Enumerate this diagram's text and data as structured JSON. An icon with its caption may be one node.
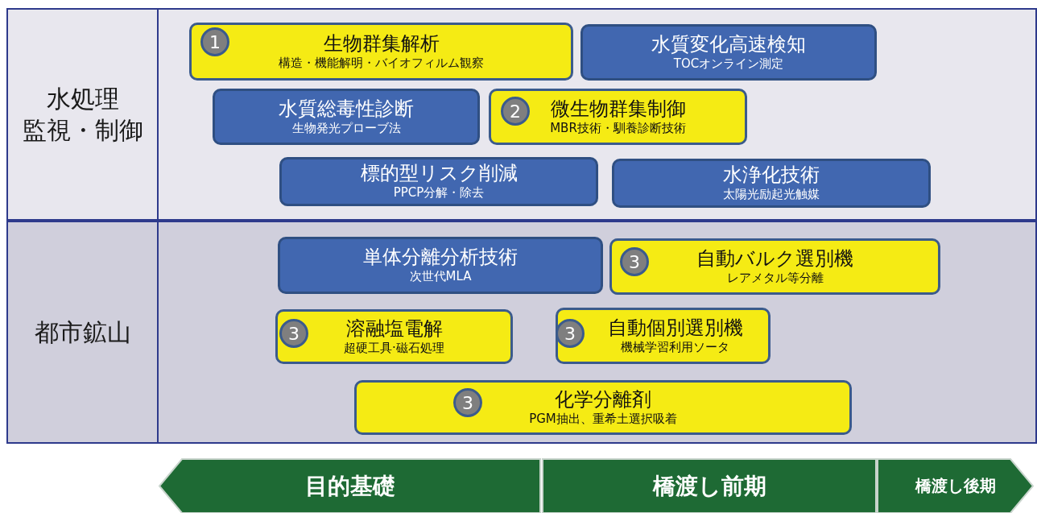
{
  "diagram": {
    "nodes": [
      {
        "text": [
          "水処理",
          "監視・制御"
        ]
      },
      {
        "text": [
          "生物群集解析",
          "構造・機能解明・バイオフィルム観察"
        ],
        "in": 0
      },
      {
        "text": [
          "1"
        ],
        "in": 1
      },
      {
        "text": [
          "水質変化高速検知",
          "TOCオンライン測定"
        ],
        "in": 0
      },
      {
        "text": [
          "水質総毒性診断",
          "生物発光プローブ法"
        ],
        "in": 0
      },
      {
        "text": [
          "微生物群集制御",
          "MBR技術・馴養診断技術"
        ],
        "in": 0
      },
      {
        "text": [
          "2"
        ],
        "in": 5
      },
      {
        "text": [
          "標的型リスク削減",
          "PPCP分解・除去"
        ],
        "in": 0
      },
      {
        "text": [
          "水浄化技術",
          "太陽光励起光触媒"
        ],
        "in": 0
      },
      {
        "text": [
          "都市鉱山"
        ]
      },
      {
        "text": [
          "単体分離分析技術",
          "次世代MLA"
        ],
        "in": 9
      },
      {
        "text": [
          "自動バルク選別機",
          "レアメタル等分離"
        ],
        "in": 9
      },
      {
        "text": [
          "3"
        ],
        "in": 11
      },
      {
        "text": [
          "溶融塩電解",
          "超硬工具·磁石処理"
        ],
        "in": 9
      },
      {
        "text": [
          "3"
        ],
        "in": 13
      },
      {
        "text": [
          "自動個別選別機",
          "機械学習利用ソータ"
        ],
        "in": 9
      },
      {
        "text": [
          "3"
        ],
        "in": 15
      },
      {
        "text": [
          "化学分離剤",
          "PGM抽出、重希土選択吸着"
        ],
        "in": 9
      },
      {
        "text": [
          "3"
        ],
        "in": 17
      },
      {
        "text": [
          "目的基礎"
        ]
      },
      {
        "text": [
          "橋渡し前期"
        ]
      },
      {
        "text": [
          "橋渡し後期"
        ]
      }
    ]
  }
}
